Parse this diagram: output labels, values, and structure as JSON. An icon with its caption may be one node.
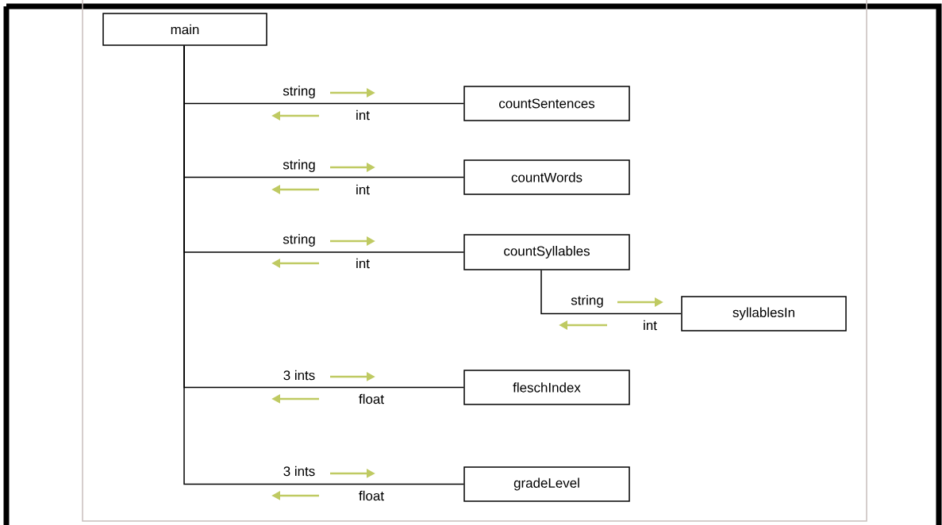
{
  "diagram": {
    "nodes": [
      {
        "text": [
          "main"
        ]
      },
      {
        "text": [
          "countSentences"
        ]
      },
      {
        "text": [
          "countWords"
        ]
      },
      {
        "text": [
          "countSyllables"
        ]
      },
      {
        "text": [
          "syllablesIn"
        ]
      },
      {
        "text": [
          "fleschIndex"
        ]
      },
      {
        "text": [
          "gradeLevel"
        ]
      }
    ],
    "edges": [
      {
        "from": 0,
        "to": 1,
        "arrow": "none"
      },
      {
        "from": 0,
        "to": 2,
        "arrow": "none"
      },
      {
        "from": 0,
        "to": 3,
        "arrow": "none"
      },
      {
        "from": 3,
        "to": 4,
        "arrow": "none"
      },
      {
        "from": 0,
        "to": 5,
        "arrow": "none"
      },
      {
        "from": 0,
        "to": 6,
        "arrow": "none"
      }
    ],
    "labels": [
      "string",
      "int",
      "string",
      "int",
      "string",
      "int",
      "string",
      "int",
      "3 ints",
      "float",
      "3 ints",
      "float"
    ]
  }
}
